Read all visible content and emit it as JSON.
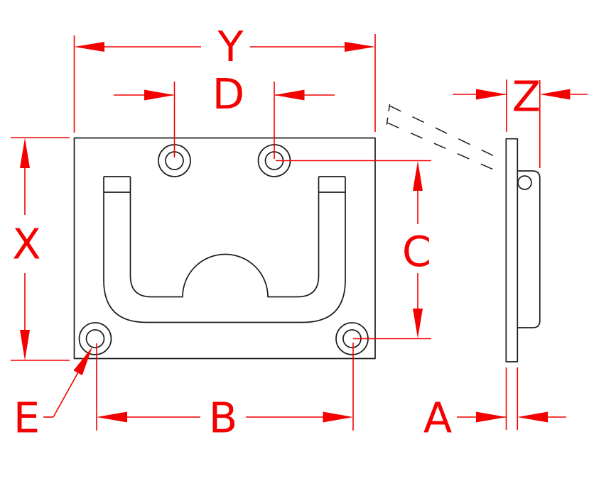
{
  "colors": {
    "dimension_red": "#f40000",
    "line_black": "#1c1c1c",
    "background": "#ffffff"
  },
  "dimension_labels": {
    "overall_width": "Y",
    "top_hole_spacing": "D",
    "overall_height": "X",
    "hole_height_spacing": "C",
    "bottom_hole_spacing": "B",
    "hole_callout": "E",
    "overall_depth": "Z",
    "panel_thickness": "A"
  }
}
